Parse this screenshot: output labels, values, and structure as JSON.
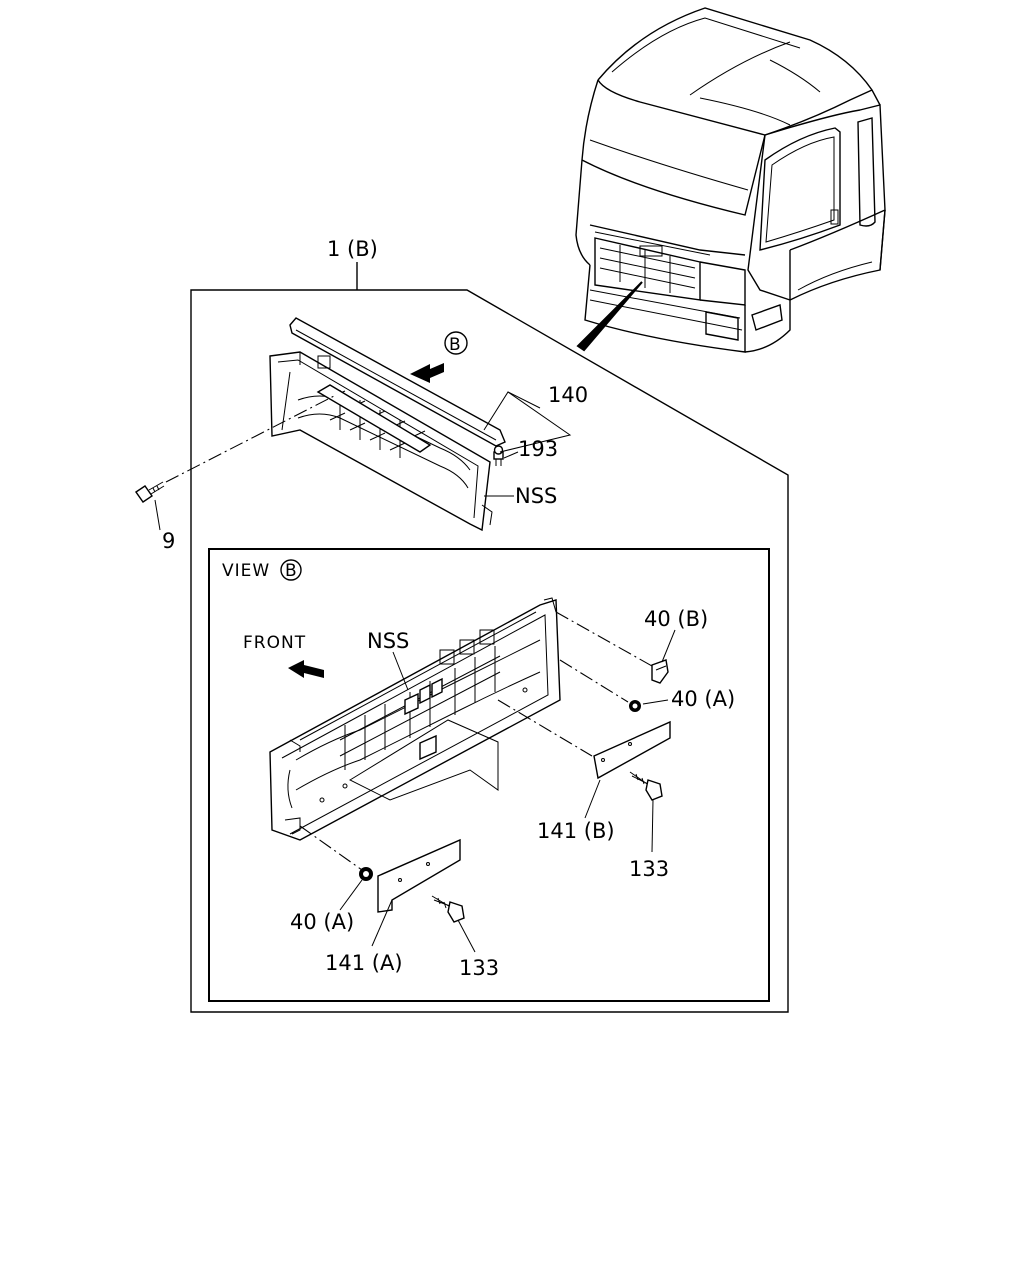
{
  "callouts": {
    "assembly": "1 (B)",
    "part_140": "140",
    "part_193": "193",
    "nss_top": "NSS",
    "part_9": "9",
    "part_40b": "40 (B)",
    "part_40a_right": "40 (A)",
    "nss_view": "NSS",
    "part_141b": "141 (B)",
    "part_133_right": "133",
    "part_40a_left": "40 (A)",
    "part_141a": "141 (A)",
    "part_133_left": "133",
    "front": "FRONT"
  },
  "view_marker": {
    "view_text": "VIEW",
    "letter": "B"
  }
}
